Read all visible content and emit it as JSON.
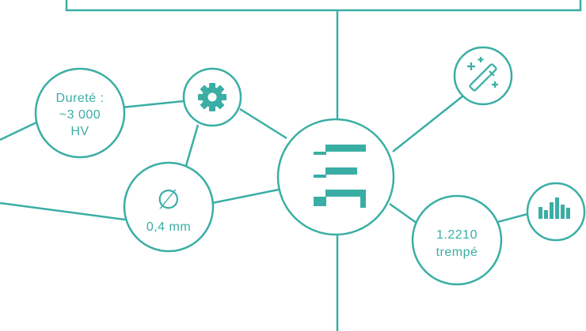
{
  "diagram": {
    "colors": {
      "accent": "#3aaea5",
      "background": "#ffffff"
    },
    "nodes": [
      {
        "id": "hardness",
        "lines": [
          "Dureté :",
          "~3 000",
          "HV"
        ]
      },
      {
        "id": "settings",
        "icon": "gear-icon"
      },
      {
        "id": "diameter",
        "symbol": "∅",
        "label": "0,4 mm"
      },
      {
        "id": "center",
        "icon": "nails-icon"
      },
      {
        "id": "magic",
        "icon": "magic-wand-icon"
      },
      {
        "id": "steel",
        "lines": [
          "1.2210",
          "trempé"
        ]
      },
      {
        "id": "stats",
        "icon": "bar-chart-icon"
      }
    ]
  }
}
